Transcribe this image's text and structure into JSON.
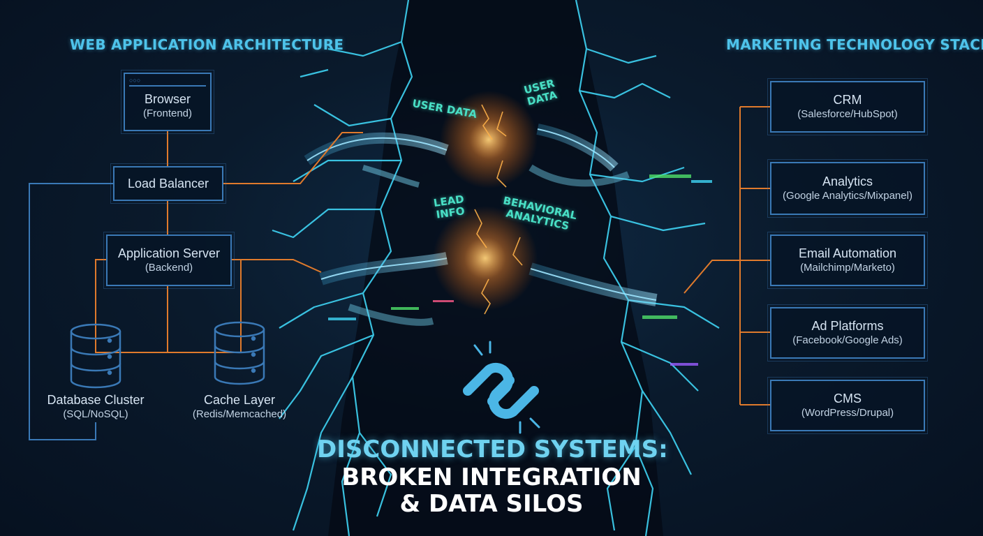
{
  "left": {
    "heading": "WEB APPLICATION ARCHITECTURE",
    "browser": {
      "name": "Browser",
      "sub": "(Frontend)"
    },
    "load_balancer": {
      "name": "Load Balancer"
    },
    "app_server": {
      "name": "Application Server",
      "sub": "(Backend)"
    },
    "database": {
      "name": "Database Cluster",
      "sub": "(SQL/NoSQL)"
    },
    "cache": {
      "name": "Cache Layer",
      "sub": "(Redis/Memcached)"
    }
  },
  "right": {
    "heading": "MARKETING TECHNOLOGY STACK",
    "items": [
      {
        "name": "CRM",
        "sub": "(Salesforce/HubSpot)"
      },
      {
        "name": "Analytics",
        "sub": "(Google Analytics/Mixpanel)"
      },
      {
        "name": "Email Automation",
        "sub": "(Mailchimp/Marketo)"
      },
      {
        "name": "Ad Platforms",
        "sub": "(Facebook/Google Ads)"
      },
      {
        "name": "CMS",
        "sub": "(WordPress/Drupal)"
      }
    ]
  },
  "flows": {
    "user_data_1": "USER DATA",
    "user_data_2a": "USER",
    "user_data_2b": "DATA",
    "lead_info_a": "LEAD",
    "lead_info_b": "INFO",
    "behavioral_a": "BEHAVIORAL",
    "behavioral_b": "ANALYTICS"
  },
  "title": {
    "line1": "DISCONNECTED SYSTEMS:",
    "line2": "BROKEN INTEGRATION",
    "line3": "& DATA SILOS"
  },
  "colors": {
    "heading": "#4ec3ea",
    "box_border": "#3a79b6",
    "connector_left": "#e07a2c",
    "connector_blue": "#3a79b6",
    "crack": "#3fd4f4",
    "flow_label": "#49e0c6",
    "icon": "broken-chain-icon"
  }
}
